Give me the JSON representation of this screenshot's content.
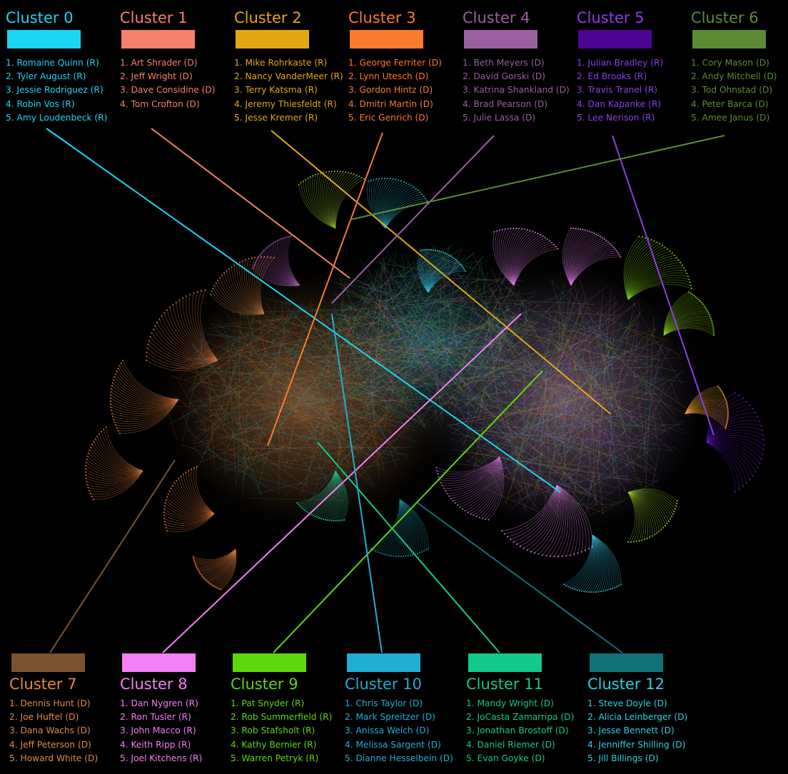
{
  "clusters": [
    {
      "label": "Cluster 0",
      "color": "#1ad6f3",
      "members": [
        "1. Romaine Quinn (R)",
        "2. Tyler August (R)",
        "3. Jessie Rodriguez (R)",
        "4. Robin Vos (R)",
        "5. Amy Loudenbeck (R)"
      ]
    },
    {
      "label": "Cluster 1",
      "color": "#f4816c",
      "members": [
        "1. Art Shrader (D)",
        "2. Jeff Wright (D)",
        "3. Dave Considine (D)",
        "4. Tom Crofton (D)"
      ]
    },
    {
      "label": "Cluster 2",
      "color": "#e3a714",
      "members": [
        "1. Mike Rohrkaste (R)",
        "2. Nancy VanderMeer (R)",
        "3. Terry Katsma (R)",
        "4. Jeremy Thiesfeldt (R)",
        "5. Jesse Kremer (R)"
      ]
    },
    {
      "label": "Cluster 3",
      "color": "#fb7a2e",
      "members": [
        "1. George Ferriter (D)",
        "2. Lynn Utesch (D)",
        "3. Gordon Hintz (D)",
        "4. Dmitri Martin (D)",
        "5. Eric Genrich (D)"
      ]
    },
    {
      "label": "Cluster 4",
      "color": "#9a5f9f",
      "members": [
        "1. Beth Meyers (D)",
        "2. David Gorski (D)",
        "3. Katrina Shankland (D)",
        "4. Brad Pearson (D)",
        "5. Julie Lassa (D)"
      ]
    },
    {
      "label": "Cluster 5",
      "color": "#8a3ee6",
      "swatch": "#4b0392",
      "members": [
        "1. Julian Bradley (R)",
        "2. Ed Brooks (R)",
        "3. Travis Tranel (R)",
        "4. Dan Kapanke (R)",
        "5. Lee Nerison (R)"
      ]
    },
    {
      "label": "Cluster 6",
      "color": "#5d8b35",
      "members": [
        "1. Cory Mason (D)",
        "2. Andy Mitchell (D)",
        "3. Tod Ohnstad (D)",
        "4. Peter Barca (D)",
        "5. Amee Janus (D)"
      ]
    },
    {
      "label": "Cluster 7",
      "color": "#7a5230",
      "text": "#e08a4a",
      "members": [
        "1. Dennis Hunt (D)",
        "2. Joe Huftel (D)",
        "3. Dana Wachs (D)",
        "4. Jeff Peterson (D)",
        "5. Howard White (D)"
      ]
    },
    {
      "label": "Cluster 8",
      "color": "#f47ff6",
      "members": [
        "1. Dan Nygren (R)",
        "2. Ron Tusler (R)",
        "3. John Macco (R)",
        "4. Keith Ripp (R)",
        "5. Joel Kitchens (R)"
      ]
    },
    {
      "label": "Cluster 9",
      "color": "#5fd70d",
      "members": [
        "1. Pat Snyder (R)",
        "2. Rob Summerfield (R)",
        "3. Rob Stafsholt (R)",
        "4. Kathy Bernier (R)",
        "5. Warren Petryk (R)"
      ]
    },
    {
      "label": "Cluster 10",
      "color": "#21aed5",
      "members": [
        "1. Chris Taylor (D)",
        "2. Mark Spreitzer (D)",
        "3. Anissa Welch (D)",
        "4. Melissa Sargent (D)",
        "5. Dianne Hesselbein (D)"
      ]
    },
    {
      "label": "Cluster 11",
      "color": "#13c98b",
      "members": [
        "1. Mandy Wright (D)",
        "2. JoCasta Zamarripa (D)",
        "3. Jonathan Brostoff (D)",
        "4. Daniel Riemer (D)",
        "5. Evan Goyke (D)"
      ]
    },
    {
      "label": "Cluster 12",
      "color": "#0f7279",
      "text": "#2fd0e2",
      "members": [
        "1. Steve Doyle (D)",
        "2. Alicia Leinberger (D)",
        "3. Jesse Bennett (D)",
        "4. Jenniffer Shilling (D)",
        "5. Jill Billings (D)"
      ]
    }
  ]
}
